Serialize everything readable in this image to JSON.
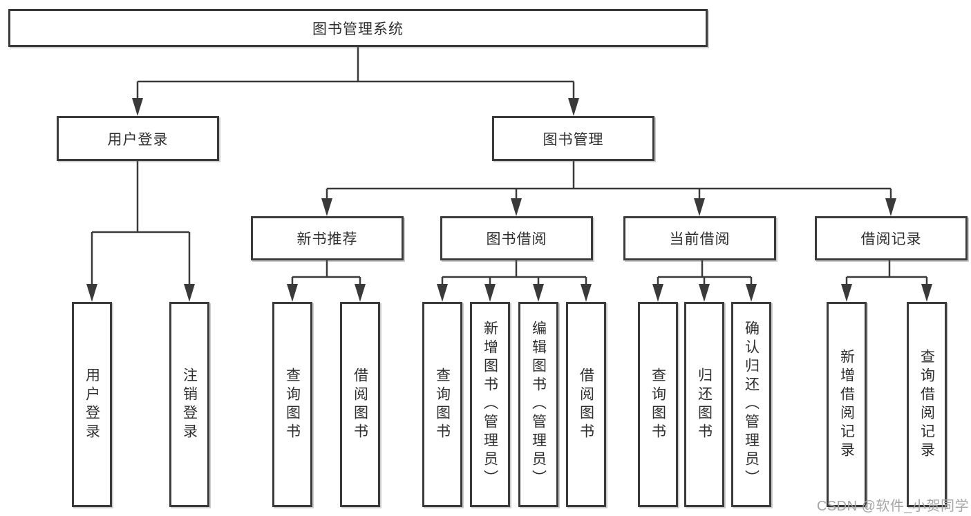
{
  "diagram": {
    "root": {
      "label": "图书管理系统"
    },
    "level2": [
      {
        "label": "用户登录"
      },
      {
        "label": "图书管理"
      }
    ],
    "level3": [
      {
        "label": "新书推荐"
      },
      {
        "label": "图书借阅"
      },
      {
        "label": "当前借阅"
      },
      {
        "label": "借阅记录"
      }
    ],
    "leaves": {
      "user_login": [
        "用户登录",
        "注销登录"
      ],
      "new_book_rec": [
        "查询图书",
        "借阅图书"
      ],
      "book_borrow": [
        "查询图书",
        "新增图书（管理员）",
        "编辑图书（管理员）",
        "借阅图书"
      ],
      "current_borrow": [
        "查询图书",
        "归还图书",
        "确认归还（管理员）"
      ],
      "borrow_records": [
        "新增借阅记录",
        "查询借阅记录"
      ]
    },
    "colors": {
      "line": "#3a3a3a",
      "text": "#2f2f2f",
      "watermark": "#a6a6a6",
      "background": "#ffffff"
    },
    "watermark": "CSDN @软件_小贺同学"
  }
}
